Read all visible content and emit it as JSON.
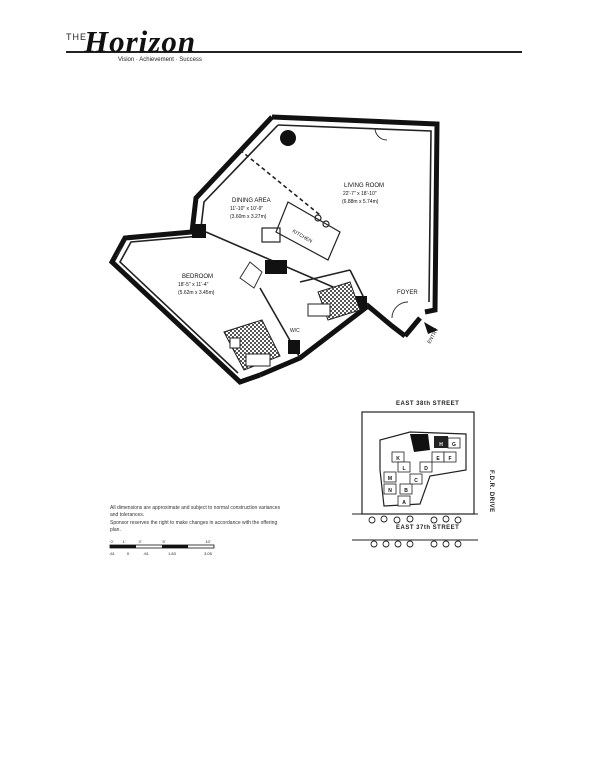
{
  "brand": {
    "prefix": "THE",
    "name": "Horizon",
    "tagline": "Vision · Achievement · Success"
  },
  "rooms": {
    "living_name": "LIVING ROOM",
    "living_dim_ft": "22'-7\" x 18'-10\"",
    "living_dim_m": "(6.88m x 5.74m)",
    "dining_name": "DINING AREA",
    "dining_dim_ft": "11'-10\" x 10'-9\"",
    "dining_dim_m": "(3.60m x 3.27m)",
    "kitchen_name": "KITCHEN",
    "bedroom_name": "BEDROOM",
    "bedroom_dim_ft": "18'-5\" x 11'-4\"",
    "bedroom_dim_m": "(5.62m x 3.45m)",
    "wic_name": "W/C",
    "foyer_name": "FOYER",
    "entry_name": "ENTRY"
  },
  "key_plan": {
    "north_street": "EAST 38th STREET",
    "south_street": "EAST 37th STREET",
    "east_road": "F.D.R. DRIVE",
    "unit_letters": [
      "K",
      "L",
      "M",
      "N",
      "A",
      "B",
      "C",
      "D",
      "E",
      "F",
      "G",
      "H"
    ]
  },
  "notes": {
    "dimensions": "All dimensions are approximate and subject to normal construction variances and tolerances.",
    "sponsor": "Sponsor reserves the right to make changes in accordance with the offering plan."
  },
  "scale": {
    "feet_labels": [
      "0'",
      "1'",
      "3'",
      "5'",
      "10'"
    ],
    "meter_labels": [
      ".61",
      "0",
      ".61",
      "1.83",
      "3.05"
    ]
  }
}
